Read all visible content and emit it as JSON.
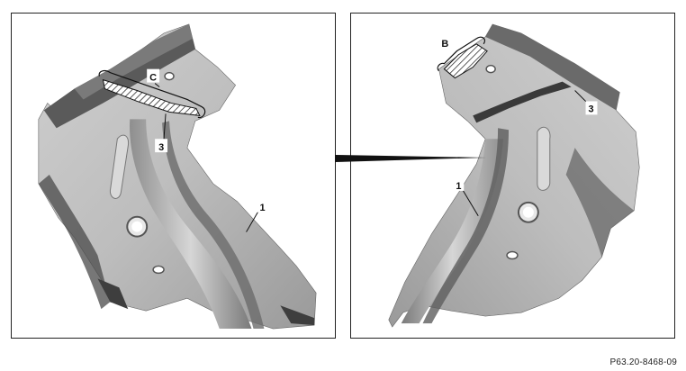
{
  "figure_ref": "P63.20-8468-09",
  "callouts": {
    "left_c": "C",
    "left_3": "3",
    "left_1": "1",
    "right_b": "B",
    "right_3": "3",
    "right_1": "1"
  }
}
